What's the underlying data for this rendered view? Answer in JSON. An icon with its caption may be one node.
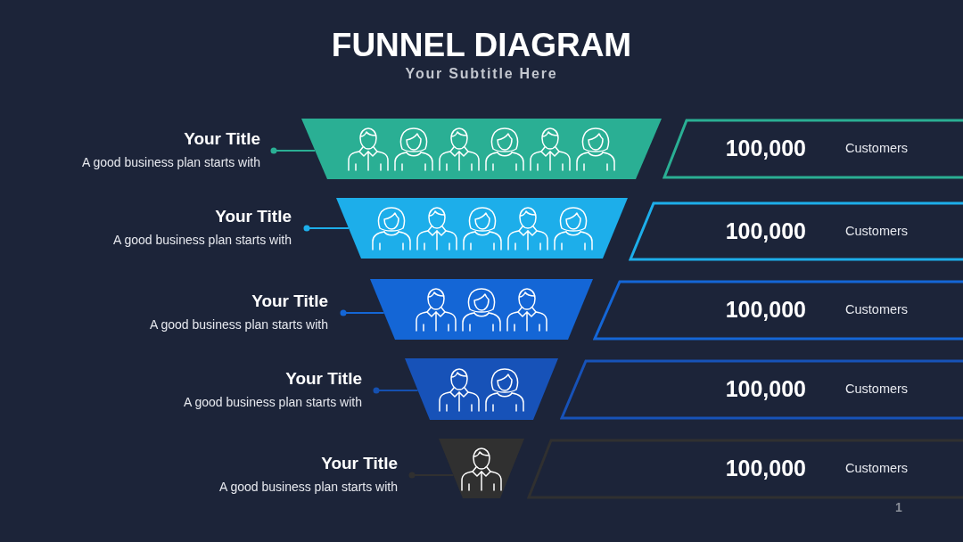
{
  "diagram": {
    "title": "FUNNEL DIAGRAM",
    "nodes": [
      {
        "text": [
          "Your Title",
          "A good business plan starts with"
        ]
      },
      {
        "text": [],
        "shape": "trapezoid"
      },
      {
        "text": [
          "100,000",
          "Customers"
        ]
      },
      {
        "text": [
          "Your Title",
          "A good business plan starts with"
        ]
      },
      {
        "text": [],
        "shape": "trapezoid"
      },
      {
        "text": [
          "100,000",
          "Customers"
        ]
      },
      {
        "text": [
          "Your Title",
          "A good business plan starts with"
        ]
      },
      {
        "text": [],
        "shape": "trapezoid"
      },
      {
        "text": [
          "100,000",
          "Customers"
        ]
      },
      {
        "text": [
          "Your Title",
          "A good business plan starts with"
        ]
      },
      {
        "text": [],
        "shape": "trapezoid"
      },
      {
        "text": [
          "100,000",
          "Customers"
        ]
      },
      {
        "text": [
          "Your Title",
          "A good business plan starts with"
        ]
      },
      {
        "text": [],
        "shape": "trapezoid"
      },
      {
        "text": [
          "100,000",
          "Customers"
        ]
      }
    ],
    "edges": [
      {
        "from": 0,
        "to": 1,
        "arrow": "other",
        "color": "#2aaf94"
      },
      {
        "from": 3,
        "to": 4,
        "arrow": "other",
        "color": "#1daeea"
      },
      {
        "from": 6,
        "to": 7,
        "arrow": "other",
        "color": "#1466d6"
      },
      {
        "from": 9,
        "to": 10,
        "arrow": "other",
        "color": "#1550b0"
      },
      {
        "from": 12,
        "to": 13,
        "arrow": "other",
        "color": "#303030"
      }
    ],
    "labels": [
      "Your Subtitle Here",
      "1"
    ]
  }
}
